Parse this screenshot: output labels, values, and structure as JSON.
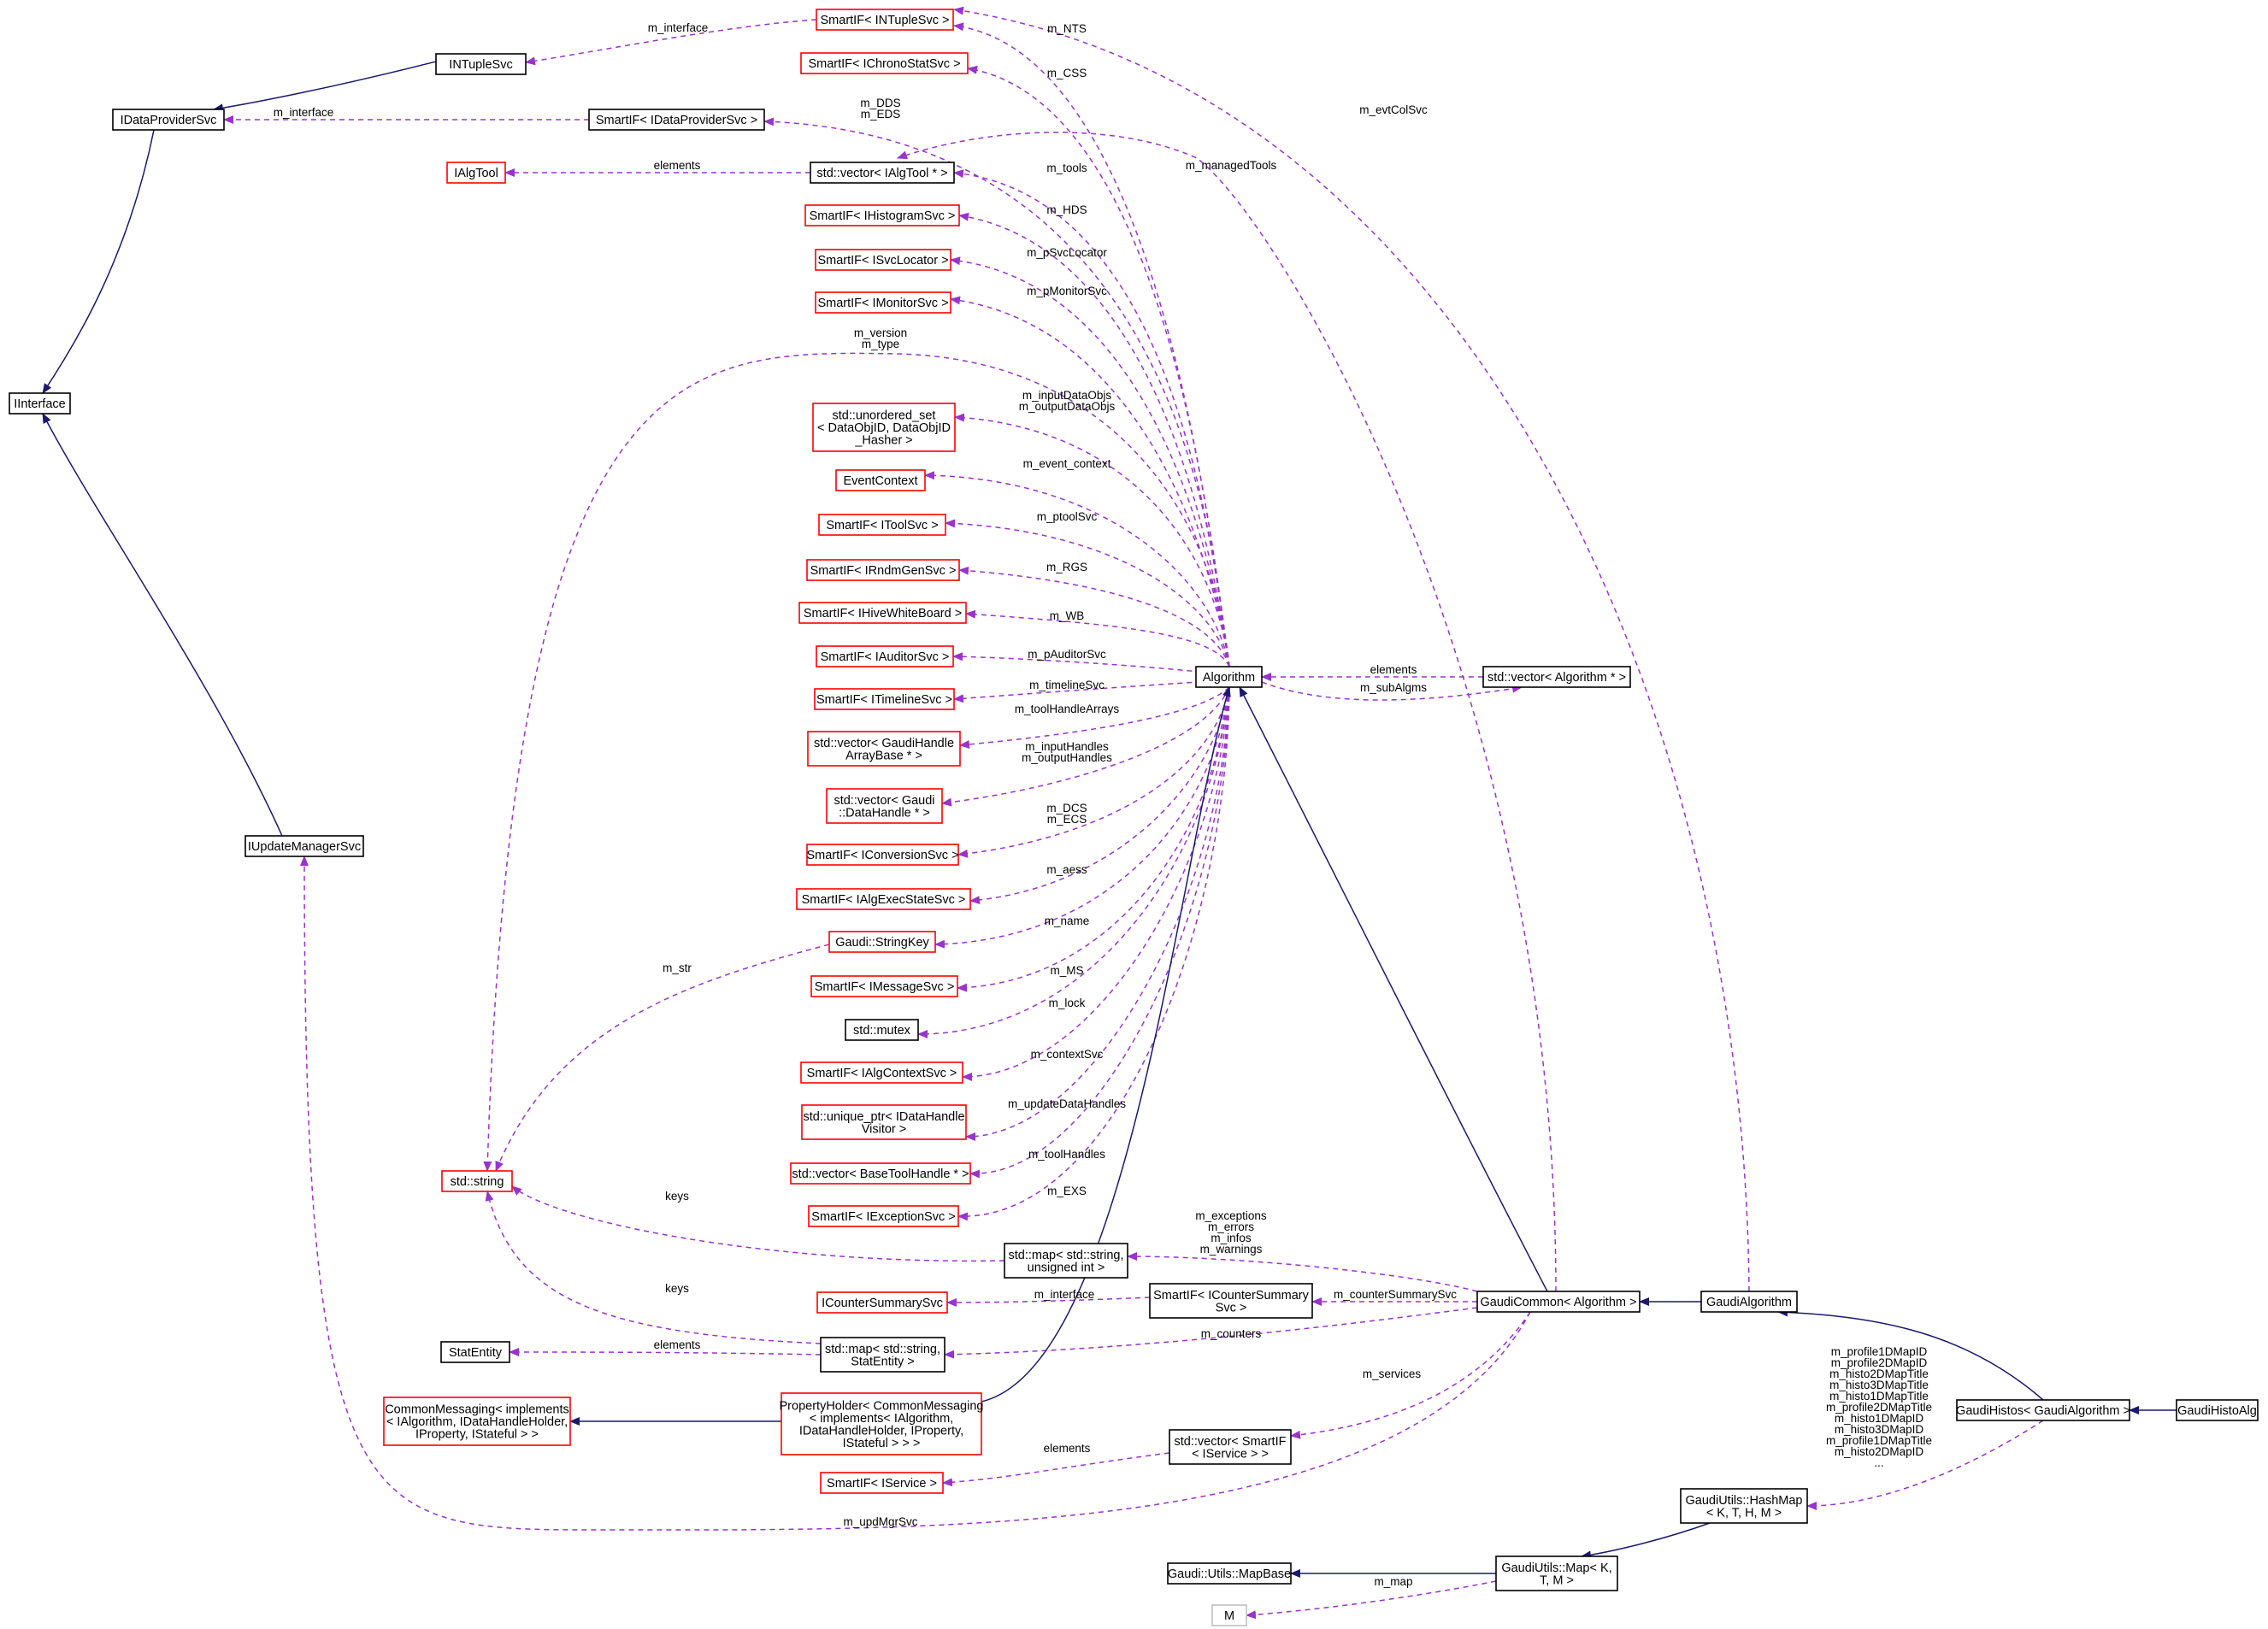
{
  "colors": {
    "inherit": "#191970",
    "usage": "#9a32cd",
    "undocumented": "#ff0000",
    "documented": "#000000",
    "external": "#bfbfbf",
    "focus_fill": "#bfbfbf"
  },
  "nodes": [
    {
      "id": "nts",
      "kind": "undocumented",
      "lines": [
        "SmartIF< INTupleSvc >"
      ]
    },
    {
      "id": "css",
      "kind": "undocumented",
      "lines": [
        "SmartIF< IChronoStatSvc >"
      ]
    },
    {
      "id": "dps",
      "kind": "documented",
      "lines": [
        "SmartIF< IDataProviderSvc >"
      ]
    },
    {
      "id": "tools",
      "kind": "documented",
      "lines": [
        "std::vector< IAlgTool * >"
      ]
    },
    {
      "id": "hds",
      "kind": "undocumented",
      "lines": [
        "SmartIF< IHistogramSvc >"
      ]
    },
    {
      "id": "svcloc",
      "kind": "undocumented",
      "lines": [
        "SmartIF< ISvcLocator >"
      ]
    },
    {
      "id": "monitor",
      "kind": "undocumented",
      "lines": [
        "SmartIF< IMonitorSvc >"
      ]
    },
    {
      "id": "unordered",
      "kind": "undocumented",
      "lines": [
        "std::unordered_set",
        "< DataObjID, DataObjID",
        "_Hasher >"
      ]
    },
    {
      "id": "evctx",
      "kind": "undocumented",
      "lines": [
        "EventContext"
      ]
    },
    {
      "id": "toolsvc",
      "kind": "undocumented",
      "lines": [
        "SmartIF< IToolSvc >"
      ]
    },
    {
      "id": "rndm",
      "kind": "undocumented",
      "lines": [
        "SmartIF< IRndmGenSvc >"
      ]
    },
    {
      "id": "hive",
      "kind": "undocumented",
      "lines": [
        "SmartIF< IHiveWhiteBoard >"
      ]
    },
    {
      "id": "auditor",
      "kind": "undocumented",
      "lines": [
        "SmartIF< IAuditorSvc >"
      ]
    },
    {
      "id": "timeline",
      "kind": "undocumented",
      "lines": [
        "SmartIF< ITimelineSvc >"
      ]
    },
    {
      "id": "gha",
      "kind": "undocumented",
      "lines": [
        "std::vector< GaudiHandle",
        "ArrayBase * >"
      ]
    },
    {
      "id": "dh",
      "kind": "undocumented",
      "lines": [
        "std::vector< Gaudi",
        "::DataHandle * >"
      ]
    },
    {
      "id": "conv",
      "kind": "undocumented",
      "lines": [
        "SmartIF< IConversionSvc >"
      ]
    },
    {
      "id": "aess",
      "kind": "undocumented",
      "lines": [
        "SmartIF< IAlgExecStateSvc >"
      ]
    },
    {
      "id": "strkey",
      "kind": "undocumented",
      "lines": [
        "Gaudi::StringKey"
      ]
    },
    {
      "id": "msg",
      "kind": "undocumented",
      "lines": [
        "SmartIF< IMessageSvc >"
      ]
    },
    {
      "id": "mutex",
      "kind": "documented",
      "lines": [
        "std::mutex"
      ]
    },
    {
      "id": "algctx",
      "kind": "undocumented",
      "lines": [
        "SmartIF< IAlgContextSvc >"
      ]
    },
    {
      "id": "uptr",
      "kind": "undocumented",
      "lines": [
        "std::unique_ptr< IDataHandle",
        "Visitor >"
      ]
    },
    {
      "id": "bth",
      "kind": "undocumented",
      "lines": [
        "std::vector< BaseToolHandle * >"
      ]
    },
    {
      "id": "exc",
      "kind": "undocumented",
      "lines": [
        "SmartIF< IExceptionSvc >"
      ]
    },
    {
      "id": "ntuplesvc",
      "kind": "documented",
      "lines": [
        "INTupleSvc"
      ]
    },
    {
      "id": "idps",
      "kind": "documented",
      "lines": [
        "IDataProviderSvc"
      ]
    },
    {
      "id": "ialgtool",
      "kind": "undocumented",
      "lines": [
        "IAlgTool"
      ]
    },
    {
      "id": "iinterface",
      "kind": "documented",
      "lines": [
        "IInterface"
      ]
    },
    {
      "id": "ium",
      "kind": "documented",
      "lines": [
        "IUpdateManagerSvc"
      ]
    },
    {
      "id": "stdstring",
      "kind": "undocumented",
      "lines": [
        "std::string"
      ]
    },
    {
      "id": "statentity",
      "kind": "documented",
      "lines": [
        "StatEntity"
      ]
    },
    {
      "id": "cm",
      "kind": "undocumented",
      "lines": [
        "CommonMessaging< implements",
        "< IAlgorithm, IDataHandleHolder,",
        "IProperty, IStateful > >"
      ]
    },
    {
      "id": "algorithm",
      "kind": "documented",
      "lines": [
        "Algorithm"
      ]
    },
    {
      "id": "vecalg",
      "kind": "documented",
      "lines": [
        "std::vector< Algorithm * >"
      ]
    },
    {
      "id": "mapuint",
      "kind": "documented",
      "lines": [
        "std::map< std::string,",
        "unsigned int >"
      ]
    },
    {
      "id": "ics",
      "kind": "undocumented",
      "lines": [
        "ICounterSummarySvc"
      ]
    },
    {
      "id": "sics",
      "kind": "documented",
      "lines": [
        "SmartIF< ICounterSummary",
        "Svc >"
      ]
    },
    {
      "id": "mapstat",
      "kind": "documented",
      "lines": [
        "std::map< std::string,",
        "StatEntity >"
      ]
    },
    {
      "id": "ph",
      "kind": "undocumented",
      "lines": [
        "PropertyHolder< CommonMessaging",
        "< implements< IAlgorithm,",
        "IDataHandleHolder, IProperty,",
        "IStateful > > >"
      ]
    },
    {
      "id": "isvc",
      "kind": "undocumented",
      "lines": [
        "SmartIF< IService >"
      ]
    },
    {
      "id": "vecsvc",
      "kind": "documented",
      "lines": [
        "std::vector< SmartIF",
        "< IService > >"
      ]
    },
    {
      "id": "gc",
      "kind": "documented",
      "lines": [
        "GaudiCommon< Algorithm >"
      ]
    },
    {
      "id": "ga",
      "kind": "documented",
      "lines": [
        "GaudiAlgorithm"
      ]
    },
    {
      "id": "gh",
      "kind": "documented",
      "lines": [
        "GaudiHistos< GaudiAlgorithm >"
      ]
    },
    {
      "id": "gha_focus",
      "kind": "focus",
      "lines": [
        "GaudiHistoAlg"
      ]
    },
    {
      "id": "hashmap",
      "kind": "documented",
      "lines": [
        "GaudiUtils::HashMap",
        "< K, T, H, M >"
      ]
    },
    {
      "id": "umap",
      "kind": "documented",
      "lines": [
        "GaudiUtils::Map< K,",
        "T, M >"
      ]
    },
    {
      "id": "mapbase",
      "kind": "documented",
      "lines": [
        "Gaudi::Utils::MapBase"
      ]
    },
    {
      "id": "m",
      "kind": "external",
      "lines": [
        "M"
      ]
    }
  ],
  "edges": [
    {
      "id": "e-alg-nts",
      "from": "algorithm",
      "to": "nts",
      "type": "usage",
      "label": [
        "m_NTS"
      ]
    },
    {
      "id": "e-alg-css",
      "from": "algorithm",
      "to": "css",
      "type": "usage",
      "label": [
        "m_CSS"
      ]
    },
    {
      "id": "e-alg-dps",
      "from": "algorithm",
      "to": "dps",
      "type": "usage",
      "label": [
        "m_DDS",
        "m_EDS"
      ]
    },
    {
      "id": "e-alg-tools",
      "from": "algorithm",
      "to": "tools",
      "type": "usage",
      "label": [
        "m_tools"
      ]
    },
    {
      "id": "e-gc-tools",
      "from": "gc",
      "to": "tools",
      "type": "usage",
      "label": [
        "m_managedTools"
      ]
    },
    {
      "id": "e-alg-hds",
      "from": "algorithm",
      "to": "hds",
      "type": "usage",
      "label": [
        "m_HDS"
      ]
    },
    {
      "id": "e-alg-svcloc",
      "from": "algorithm",
      "to": "svcloc",
      "type": "usage",
      "label": [
        "m_pSvcLocator"
      ]
    },
    {
      "id": "e-alg-monitor",
      "from": "algorithm",
      "to": "monitor",
      "type": "usage",
      "label": [
        "m_pMonitorSvc"
      ]
    },
    {
      "id": "e-alg-string",
      "from": "algorithm",
      "to": "stdstring",
      "type": "usage",
      "label": [
        "m_version",
        "m_type"
      ]
    },
    {
      "id": "e-alg-unordered",
      "from": "algorithm",
      "to": "unordered",
      "type": "usage",
      "label": [
        "m_inputDataObjs",
        "m_outputDataObjs"
      ]
    },
    {
      "id": "e-alg-evctx",
      "from": "algorithm",
      "to": "evctx",
      "type": "usage",
      "label": [
        "m_event_context"
      ]
    },
    {
      "id": "e-alg-toolsvc",
      "from": "algorithm",
      "to": "toolsvc",
      "type": "usage",
      "label": [
        "m_ptoolSvc"
      ]
    },
    {
      "id": "e-alg-rndm",
      "from": "algorithm",
      "to": "rndm",
      "type": "usage",
      "label": [
        "m_RGS"
      ]
    },
    {
      "id": "e-alg-hive",
      "from": "algorithm",
      "to": "hive",
      "type": "usage",
      "label": [
        "m_WB"
      ]
    },
    {
      "id": "e-alg-auditor",
      "from": "algorithm",
      "to": "auditor",
      "type": "usage",
      "label": [
        "m_pAuditorSvc"
      ]
    },
    {
      "id": "e-alg-timeline",
      "from": "algorithm",
      "to": "timeline",
      "type": "usage",
      "label": [
        "m_timelineSvc"
      ]
    },
    {
      "id": "e-alg-gha",
      "from": "algorithm",
      "to": "gha",
      "type": "usage",
      "label": [
        "m_toolHandleArrays"
      ]
    },
    {
      "id": "e-alg-dh",
      "from": "algorithm",
      "to": "dh",
      "type": "usage",
      "label": [
        "m_inputHandles",
        "m_outputHandles"
      ]
    },
    {
      "id": "e-alg-conv",
      "from": "algorithm",
      "to": "conv",
      "type": "usage",
      "label": [
        "m_DCS",
        "m_ECS"
      ]
    },
    {
      "id": "e-alg-aess",
      "from": "algorithm",
      "to": "aess",
      "type": "usage",
      "label": [
        "m_aess"
      ]
    },
    {
      "id": "e-alg-strkey",
      "from": "algorithm",
      "to": "strkey",
      "type": "usage",
      "label": [
        "m_name"
      ]
    },
    {
      "id": "e-alg-msg",
      "from": "algorithm",
      "to": "msg",
      "type": "usage",
      "label": [
        "m_MS"
      ]
    },
    {
      "id": "e-alg-mutex",
      "from": "algorithm",
      "to": "mutex",
      "type": "usage",
      "label": [
        "m_lock"
      ]
    },
    {
      "id": "e-alg-algctx",
      "from": "algorithm",
      "to": "algctx",
      "type": "usage",
      "label": [
        "m_contextSvc"
      ]
    },
    {
      "id": "e-alg-uptr",
      "from": "algorithm",
      "to": "uptr",
      "type": "usage",
      "label": [
        "m_updateDataHandles"
      ]
    },
    {
      "id": "e-alg-bth",
      "from": "algorithm",
      "to": "bth",
      "type": "usage",
      "label": [
        "m_toolHandles"
      ]
    },
    {
      "id": "e-alg-exc",
      "from": "algorithm",
      "to": "exc",
      "type": "usage",
      "label": [
        "m_EXS"
      ]
    },
    {
      "id": "e-vecalg-alg",
      "from": "vecalg",
      "to": "algorithm",
      "type": "usage",
      "label": [
        "elements"
      ]
    },
    {
      "id": "e-alg-vecalg",
      "from": "algorithm",
      "to": "vecalg",
      "type": "usage",
      "label": [
        "m_subAlgms"
      ]
    },
    {
      "id": "e-ntuplesvc-nts",
      "from": "nts",
      "to": "ntuplesvc",
      "type": "usage",
      "label": [
        "m_interface"
      ]
    },
    {
      "id": "e-dps-idps",
      "from": "dps",
      "to": "idps",
      "type": "usage",
      "label": [
        "m_interface"
      ]
    },
    {
      "id": "e-tools-ialgtool",
      "from": "tools",
      "to": "ialgtool",
      "type": "usage",
      "label": [
        "elements"
      ]
    },
    {
      "id": "e-strkey-string",
      "from": "strkey",
      "to": "stdstring",
      "type": "usage",
      "label": [
        "m_str"
      ]
    },
    {
      "id": "e-mapuint-string",
      "from": "mapuint",
      "to": "stdstring",
      "type": "usage",
      "label": [
        "keys"
      ]
    },
    {
      "id": "e-mapstat-string",
      "from": "mapstat",
      "to": "stdstring",
      "type": "usage",
      "label": [
        "keys"
      ]
    },
    {
      "id": "e-mapstat-stat",
      "from": "mapstat",
      "to": "statentity",
      "type": "usage",
      "label": [
        "elements"
      ]
    },
    {
      "id": "e-sics-ics",
      "from": "sics",
      "to": "ics",
      "type": "usage",
      "label": [
        "m_interface"
      ]
    },
    {
      "id": "e-gc-mapuint",
      "from": "gc",
      "to": "mapuint",
      "type": "usage",
      "label": [
        "m_exceptions",
        "m_errors",
        "m_infos",
        "m_warnings"
      ]
    },
    {
      "id": "e-gc-sics",
      "from": "gc",
      "to": "sics",
      "type": "usage",
      "label": [
        "m_counterSummarySvc"
      ]
    },
    {
      "id": "e-gc-mapstat",
      "from": "gc",
      "to": "mapstat",
      "type": "usage",
      "label": [
        "m_counters"
      ]
    },
    {
      "id": "e-gc-vecsvc",
      "from": "gc",
      "to": "vecsvc",
      "type": "usage",
      "label": [
        "m_services"
      ]
    },
    {
      "id": "e-vecsvc-isvc",
      "from": "vecsvc",
      "to": "isvc",
      "type": "usage",
      "label": [
        "elements"
      ]
    },
    {
      "id": "e-gc-ium",
      "from": "gc",
      "to": "ium",
      "type": "usage",
      "label": [
        "m_updMgrSvc"
      ]
    },
    {
      "id": "e-ga-nts",
      "from": "ga",
      "to": "nts",
      "type": "usage",
      "label": [
        "m_evtColSvc"
      ]
    },
    {
      "id": "e-gh-hashmap",
      "from": "gh",
      "to": "hashmap",
      "type": "usage",
      "label": [
        "m_profile1DMapID",
        "m_profile2DMapID",
        "m_histo2DMapTitle",
        "m_histo3DMapTitle",
        "m_histo1DMapTitle",
        "m_profile2DMapTitle",
        "m_histo1DMapID",
        "m_histo3DMapID",
        "m_profile1DMapTitle",
        "m_histo2DMapID",
        "..."
      ]
    },
    {
      "id": "e-umap-m",
      "from": "umap",
      "to": "m",
      "type": "usage",
      "label": [
        "m_map"
      ]
    },
    {
      "id": "i-ntuplesvc-idps",
      "from": "ntuplesvc",
      "to": "idps",
      "type": "inherit",
      "label": []
    },
    {
      "id": "i-idps-iinterface",
      "from": "idps",
      "to": "iinterface",
      "type": "inherit",
      "label": []
    },
    {
      "id": "i-ium-iinterface",
      "from": "ium",
      "to": "iinterface",
      "type": "inherit",
      "label": []
    },
    {
      "id": "i-ph-cm",
      "from": "ph",
      "to": "cm",
      "type": "inherit",
      "label": []
    },
    {
      "id": "i-alg-ph",
      "from": "algorithm",
      "to": "ph",
      "type": "inherit",
      "label": []
    },
    {
      "id": "i-gc-alg",
      "from": "gc",
      "to": "algorithm",
      "type": "inherit",
      "label": []
    },
    {
      "id": "i-ga-gc",
      "from": "ga",
      "to": "gc",
      "type": "inherit",
      "label": []
    },
    {
      "id": "i-gh-ga",
      "from": "gh",
      "to": "ga",
      "type": "inherit",
      "label": []
    },
    {
      "id": "i-focus-gh",
      "from": "gha_focus",
      "to": "gh",
      "type": "inherit",
      "label": []
    },
    {
      "id": "i-hashmap-umap",
      "from": "hashmap",
      "to": "umap",
      "type": "inherit",
      "label": []
    },
    {
      "id": "i-umap-mapbase",
      "from": "umap",
      "to": "mapbase",
      "type": "inherit",
      "label": []
    }
  ]
}
